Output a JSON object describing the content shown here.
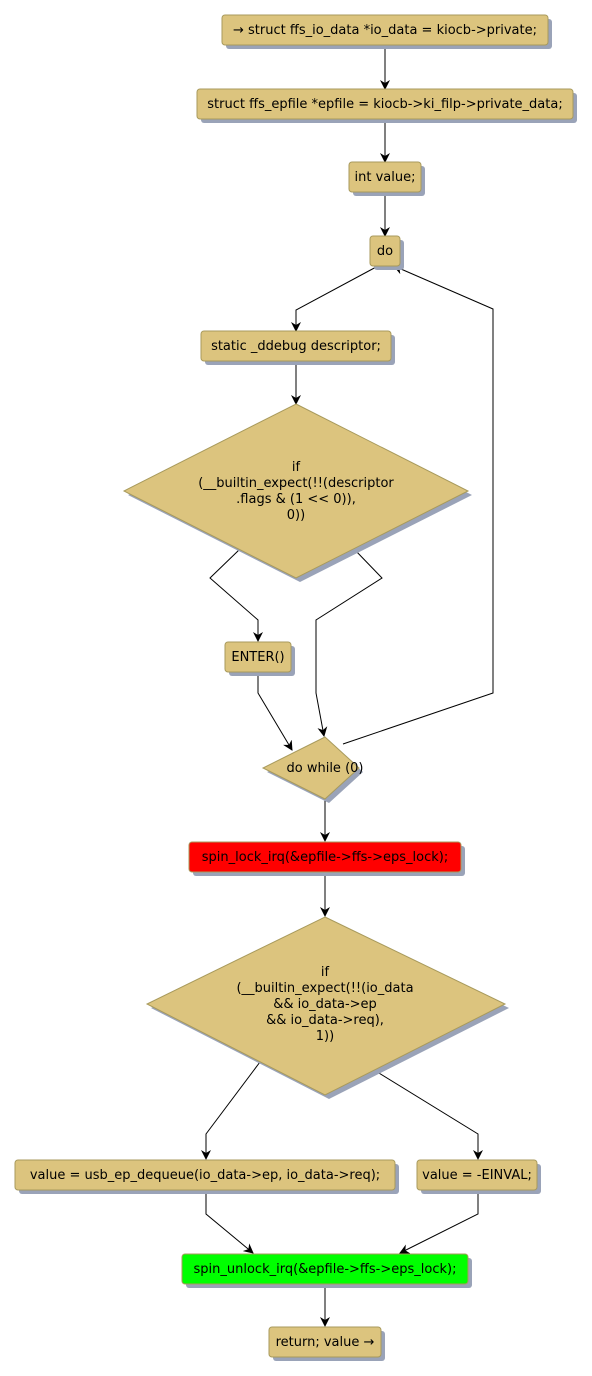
{
  "colors": {
    "node_fill": "#dcc47e",
    "node_stroke": "#a89a5c",
    "shadow": "#9aa3b8",
    "red_fill": "#ff0000",
    "green_fill": "#00ff00",
    "edge": "#000000"
  },
  "nodes": {
    "start": "→ struct ffs_io_data *io_data = kiocb->private;",
    "epfile": "struct ffs_epfile *epfile = kiocb->ki_filp->private_data;",
    "int_value": "int value;",
    "do": "do",
    "descriptor": "static _ddebug descriptor;",
    "if1": [
      "if",
      "(__builtin_expect(!!(descriptor",
      ".flags & (1 << 0)),",
      "0))"
    ],
    "enter": "ENTER()",
    "do_while": "do while (0)",
    "spin_lock": "spin_lock_irq(&epfile->ffs->eps_lock);",
    "if2": [
      "if",
      "(__builtin_expect(!!(io_data",
      "&& io_data->ep",
      "&& io_data->req),",
      "1))"
    ],
    "dequeue": "value = usb_ep_dequeue(io_data->ep, io_data->req);",
    "einval": "value = -EINVAL;",
    "spin_unlock": "spin_unlock_irq(&epfile->ffs->eps_lock);",
    "return": "return; value →"
  }
}
